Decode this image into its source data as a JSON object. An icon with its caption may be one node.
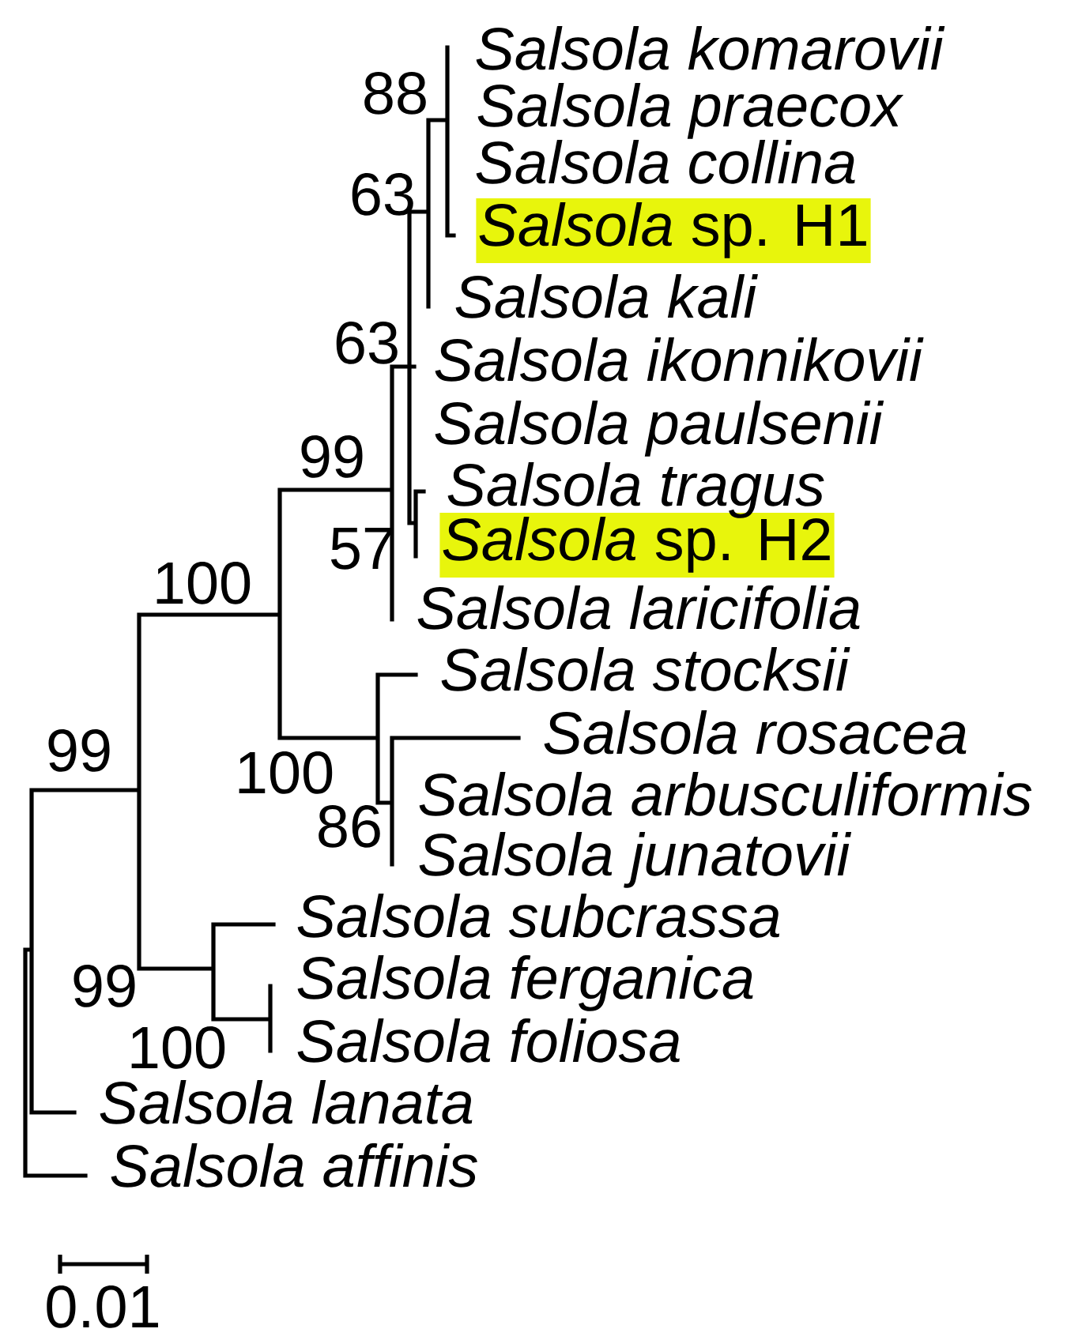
{
  "diagram": {
    "nodes": [
      {
        "text": [
          "*Salsola* sp. H1"
        ]
      },
      {
        "text": [
          "*Salsola* sp. H2"
        ]
      }
    ],
    "edges": [],
    "labels": [
      "Salsola komarovii",
      "88",
      "Salsola praecox",
      "Salsola collina",
      "63",
      "Salsola kali",
      "63",
      "Salsola ikonnikovii",
      "Salsola paulsenii",
      "99",
      "Salsola tragus",
      "57",
      "100",
      "Salsola laricifolia",
      "Salsola stocksii",
      "Salsola rosacea",
      "99",
      "100",
      "Salsola arbusculiformis",
      "86",
      "Salsola junatovii",
      "Salsola subcrassa",
      "Salsola ferganica",
      "99",
      "Salsola foliosa",
      "100",
      "Salsola lanata",
      "Salsola affinis",
      "0.01"
    ]
  }
}
